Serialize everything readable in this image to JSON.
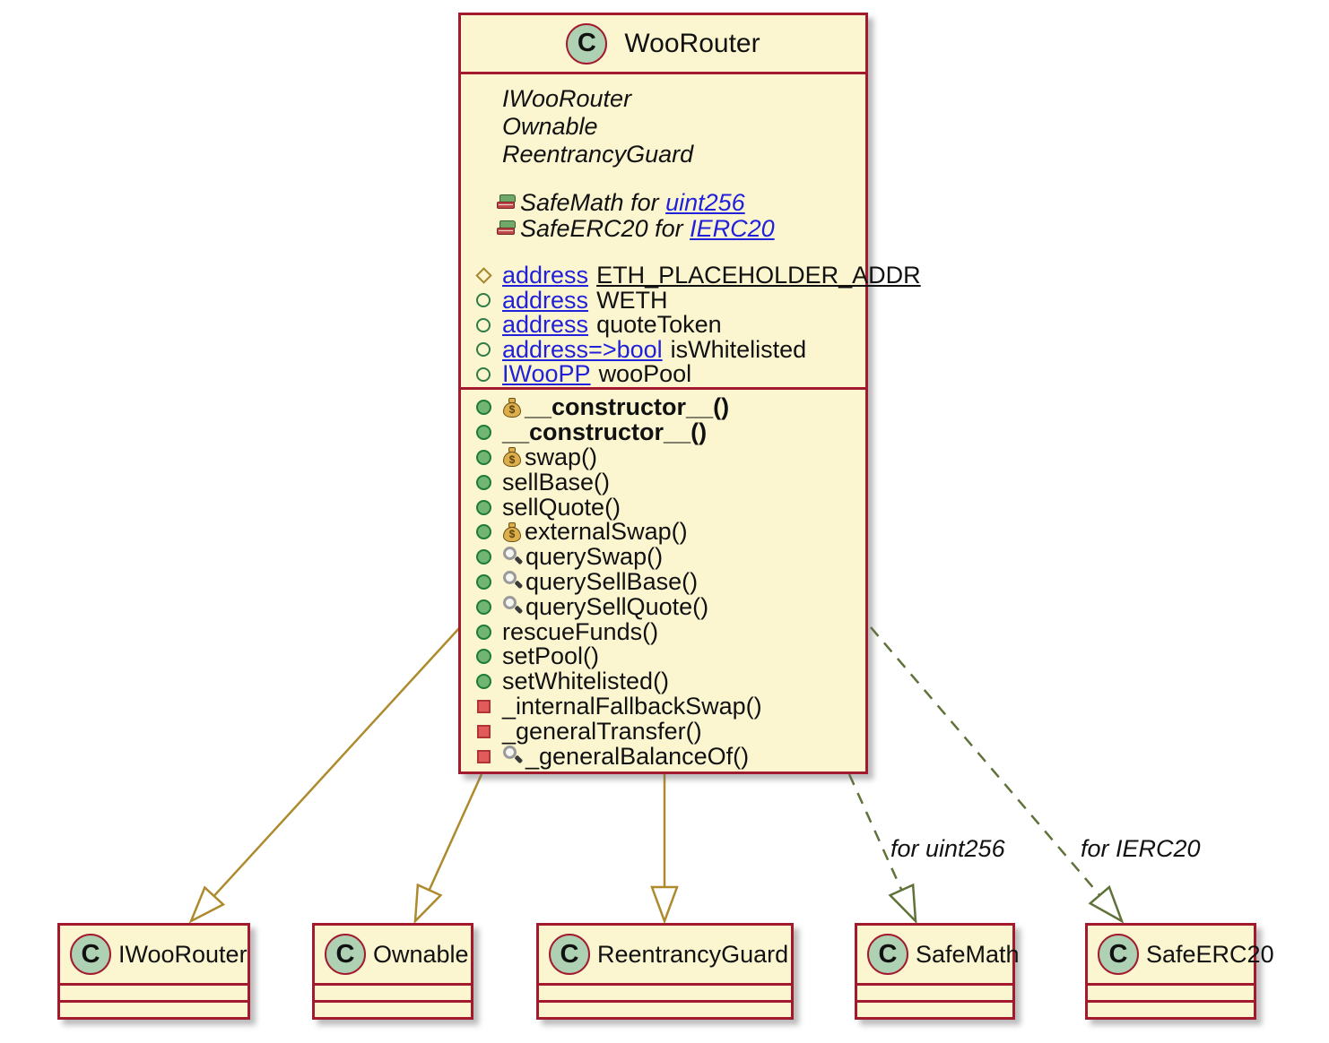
{
  "theme": {
    "box-fill": "#FBF6D0",
    "box-border": "#A3192E",
    "circle-fill": "#ADD1B2",
    "link-color": "#2121DB",
    "arrow-gold": "#AE8A2D",
    "arrow-olive": "#5F7239",
    "public-fill": "#72B472",
    "public-border": "#1C7C35",
    "private-fill": "#E25B5B",
    "private-border": "#B03434",
    "static-diamond": "#A8852D",
    "field-circle": "#2E7B46"
  },
  "main": {
    "letter": "C",
    "name": "WooRouter",
    "implements": [
      "IWooRouter",
      "Ownable",
      "ReentrancyGuard"
    ],
    "using": [
      {
        "icon": "books-icon",
        "prefix": "SafeMath for",
        "link": "uint256"
      },
      {
        "icon": "books-icon",
        "prefix": "SafeERC20 for",
        "link": "IERC20"
      }
    ],
    "fields": [
      {
        "icon": "diamond-static-icon",
        "type": "address",
        "name": "ETH_PLACEHOLDER_ADDR",
        "static": true
      },
      {
        "icon": "circle-outline-icon",
        "type": "address",
        "name": "WETH"
      },
      {
        "icon": "circle-outline-icon",
        "type": "address",
        "name": "quoteToken"
      },
      {
        "icon": "circle-outline-icon",
        "type": "address=>bool",
        "name": "isWhitelisted"
      },
      {
        "icon": "circle-outline-icon",
        "type": "IWooPP",
        "name": "wooPool"
      }
    ],
    "methods": [
      {
        "visibility_icon": "circle-filled-icon",
        "modifier_icon": "moneybag-icon",
        "name": "__constructor__()",
        "bold": true
      },
      {
        "visibility_icon": "circle-filled-icon",
        "modifier_icon": "",
        "name": "__constructor__()",
        "bold": true
      },
      {
        "visibility_icon": "circle-filled-icon",
        "modifier_icon": "moneybag-icon",
        "name": "swap()"
      },
      {
        "visibility_icon": "circle-filled-icon",
        "modifier_icon": "",
        "name": "sellBase()"
      },
      {
        "visibility_icon": "circle-filled-icon",
        "modifier_icon": "",
        "name": "sellQuote()"
      },
      {
        "visibility_icon": "circle-filled-icon",
        "modifier_icon": "moneybag-icon",
        "name": "externalSwap()"
      },
      {
        "visibility_icon": "circle-filled-icon",
        "modifier_icon": "magnifier-icon",
        "name": "querySwap()"
      },
      {
        "visibility_icon": "circle-filled-icon",
        "modifier_icon": "magnifier-icon",
        "name": "querySellBase()"
      },
      {
        "visibility_icon": "circle-filled-icon",
        "modifier_icon": "magnifier-icon",
        "name": "querySellQuote()"
      },
      {
        "visibility_icon": "circle-filled-icon",
        "modifier_icon": "",
        "name": "rescueFunds()"
      },
      {
        "visibility_icon": "circle-filled-icon",
        "modifier_icon": "",
        "name": "setPool()"
      },
      {
        "visibility_icon": "circle-filled-icon",
        "modifier_icon": "",
        "name": "setWhitelisted()"
      },
      {
        "visibility_icon": "square-private-icon",
        "modifier_icon": "",
        "name": "_internalFallbackSwap()"
      },
      {
        "visibility_icon": "square-private-icon",
        "modifier_icon": "",
        "name": "_generalTransfer()"
      },
      {
        "visibility_icon": "square-private-icon",
        "modifier_icon": "magnifier-icon",
        "name": "_generalBalanceOf()"
      }
    ]
  },
  "classes": [
    {
      "letter": "C",
      "name": "IWooRouter"
    },
    {
      "letter": "C",
      "name": "Ownable"
    },
    {
      "letter": "C",
      "name": "ReentrancyGuard"
    },
    {
      "letter": "C",
      "name": "SafeMath"
    },
    {
      "letter": "C",
      "name": "SafeERC20"
    }
  ],
  "edges": [
    {
      "from": "WooRouter",
      "to": "IWooRouter",
      "style": "solid",
      "label": ""
    },
    {
      "from": "WooRouter",
      "to": "Ownable",
      "style": "solid",
      "label": ""
    },
    {
      "from": "WooRouter",
      "to": "ReentrancyGuard",
      "style": "solid",
      "label": ""
    },
    {
      "from": "WooRouter",
      "to": "SafeMath",
      "style": "dashed",
      "label": "for uint256"
    },
    {
      "from": "WooRouter",
      "to": "SafeERC20",
      "style": "dashed",
      "label": "for IERC20"
    }
  ]
}
